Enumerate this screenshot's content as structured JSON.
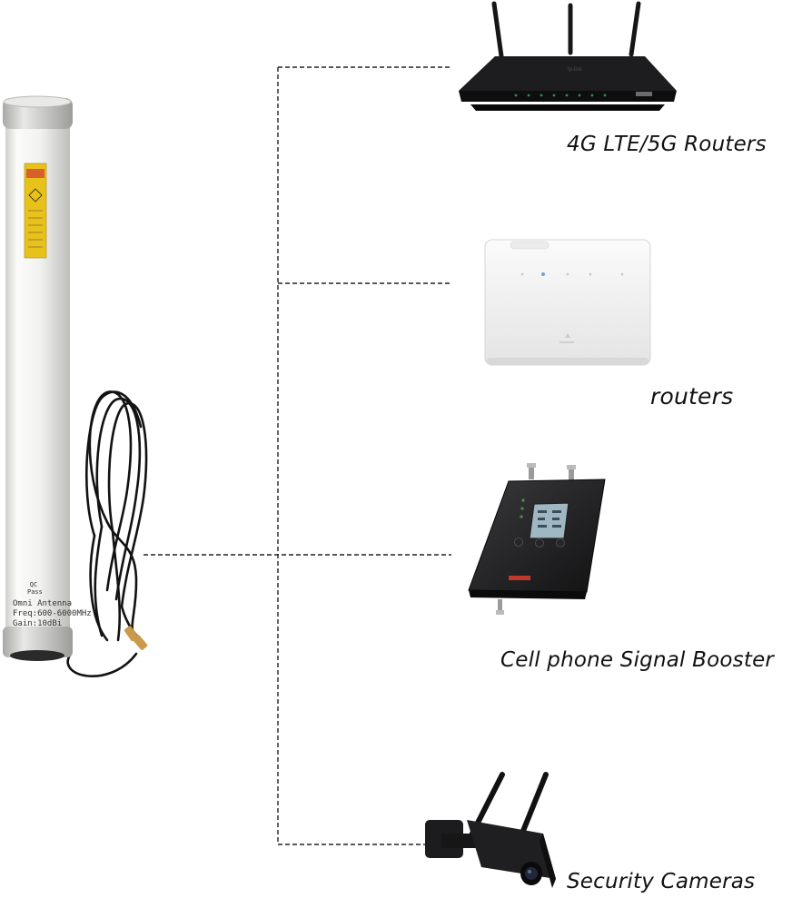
{
  "antenna": {
    "qc_label": "QC\nPass",
    "product_name": "Omni Antenna",
    "frequency": "Freq:600-6000MHz",
    "gain": "Gain:10dBi"
  },
  "devices": [
    {
      "caption": "4G LTE/5G Routers",
      "icon": "wifi-router-icon"
    },
    {
      "caption": "routers",
      "icon": "cellular-router-icon"
    },
    {
      "caption": "Cell phone Signal Booster",
      "icon": "signal-booster-icon"
    },
    {
      "caption": "Security Cameras",
      "icon": "security-camera-icon"
    }
  ],
  "colors": {
    "connector": "#222222",
    "antenna_body": "#f4f4f2",
    "antenna_cap": "#d9d9d6",
    "cable": "#111111",
    "device_dark": "#1b1b1d",
    "label_yellow": "#e8c21a"
  }
}
